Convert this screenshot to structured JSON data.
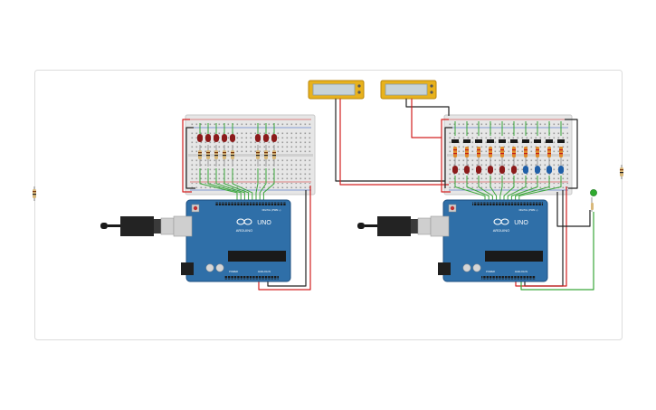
{
  "canvas": {
    "border_color": "#dcdcdc"
  },
  "boards": [
    {
      "id": "arduino-left",
      "brand_text": "ARDUINO",
      "model_text": "UNO",
      "digital_label": "DIGITAL (PWM ~)",
      "power_label": "POWER",
      "analog_label": "ANALOG IN"
    },
    {
      "id": "arduino-right",
      "brand_text": "ARDUINO",
      "model_text": "UNO",
      "digital_label": "DIGITAL (PWM ~)",
      "power_label": "POWER",
      "analog_label": "ANALOG IN"
    }
  ],
  "leds_left": {
    "count": 8,
    "color": "#8b1a1a"
  },
  "leds_right": {
    "red_count": 6,
    "blue_count": 4,
    "red_color": "#8b1a1a",
    "blue_color": "#1f5fa8"
  },
  "indicator_led_color": "#2faa2f",
  "colors": {
    "board": "#2f6fa8",
    "board_dark": "#1d4f80",
    "breadboard": "#e4e4e4",
    "wire_red": "#d22020",
    "wire_black": "#222222",
    "wire_green": "#3aa63a",
    "lcd_frame": "#e8b21c",
    "lcd_screen": "#c7d3d8"
  }
}
